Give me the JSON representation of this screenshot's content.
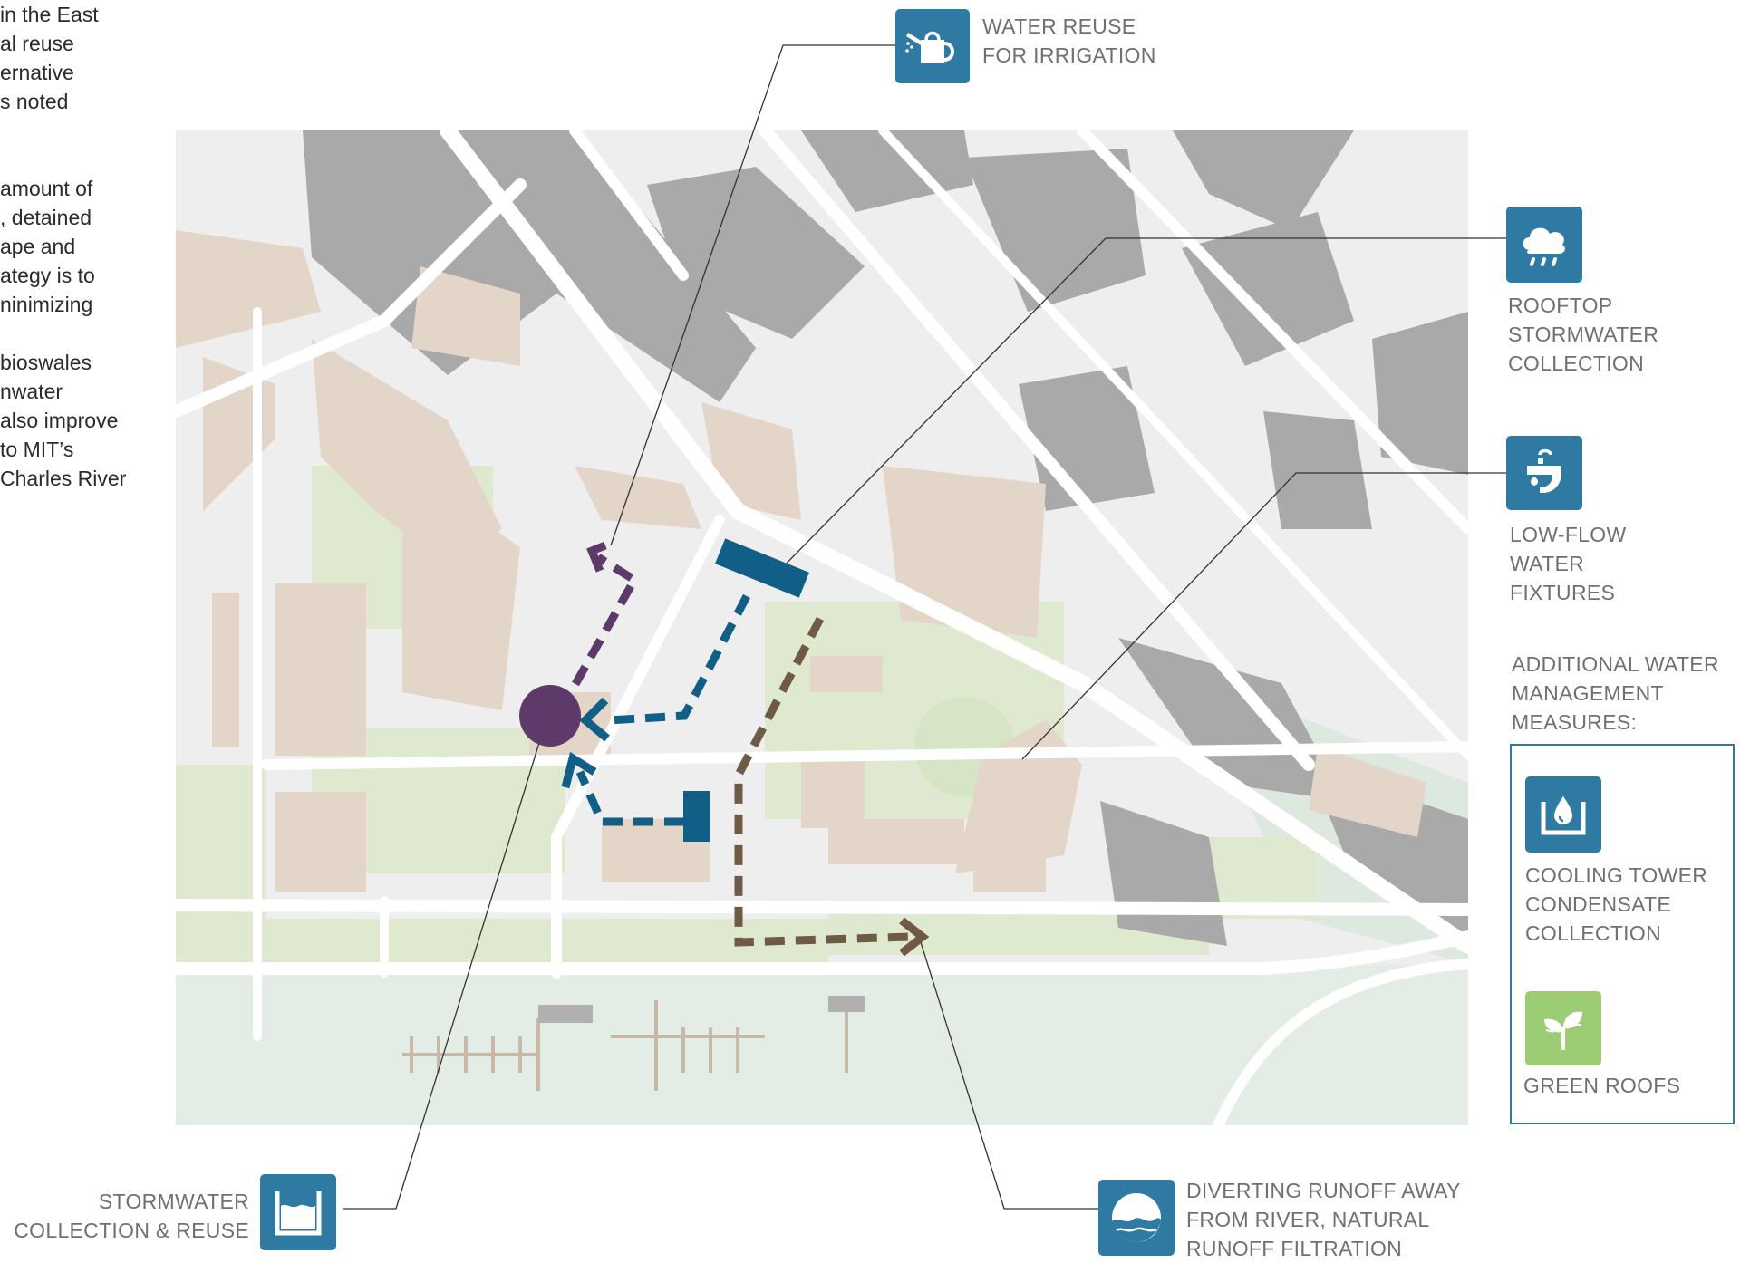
{
  "left_text": {
    "lines": [
      "in the East",
      "al reuse",
      "ernative",
      "s noted",
      "",
      "",
      "amount of",
      ", detained",
      "ape and",
      "ategy is to",
      "ninimizing",
      "",
      "bioswales",
      "nwater",
      " also improve",
      "to MIT’s",
      "Charles River"
    ]
  },
  "callouts": {
    "water_reuse": {
      "lines": [
        "WATER REUSE",
        "FOR IRRIGATION"
      ],
      "icon": "watering-can-icon"
    },
    "rooftop": {
      "lines": [
        "ROOFTOP",
        "STORMWATER",
        "COLLECTION"
      ],
      "icon": "rain-cloud-icon"
    },
    "low_flow": {
      "lines": [
        "LOW-FLOW",
        "WATER",
        "FIXTURES"
      ],
      "icon": "faucet-icon"
    },
    "stormwater": {
      "lines": [
        "STORMWATER",
        "COLLECTION & REUSE"
      ],
      "icon": "water-tank-icon"
    },
    "diverting": {
      "lines": [
        "DIVERTING RUNOFF AWAY",
        "FROM RIVER, NATURAL",
        "RUNOFF FILTRATION"
      ],
      "icon": "wave-circle-icon"
    }
  },
  "additional": {
    "heading": [
      "ADDITIONAL WATER",
      "MANAGEMENT",
      "MEASURES:"
    ],
    "cooling": {
      "lines": [
        "COOLING TOWER",
        "CONDENSATE",
        "COLLECTION"
      ],
      "icon": "condensate-drop-icon"
    },
    "green": {
      "lines": [
        "GREEN ROOFS"
      ],
      "icon": "sprout-icon"
    }
  },
  "colors": {
    "icon_blue": "#2f7aa3",
    "icon_green": "#9ccc74",
    "stormwater_path": "#115e87",
    "reuse_path": "#5d3a6a",
    "runoff_path": "#6e5a45",
    "building": "#e3d6c8",
    "dark_building": "#a9a9a9",
    "green_space": "#dfe9cf",
    "map_background": "#eeeeee",
    "river": "#e3ece5"
  }
}
